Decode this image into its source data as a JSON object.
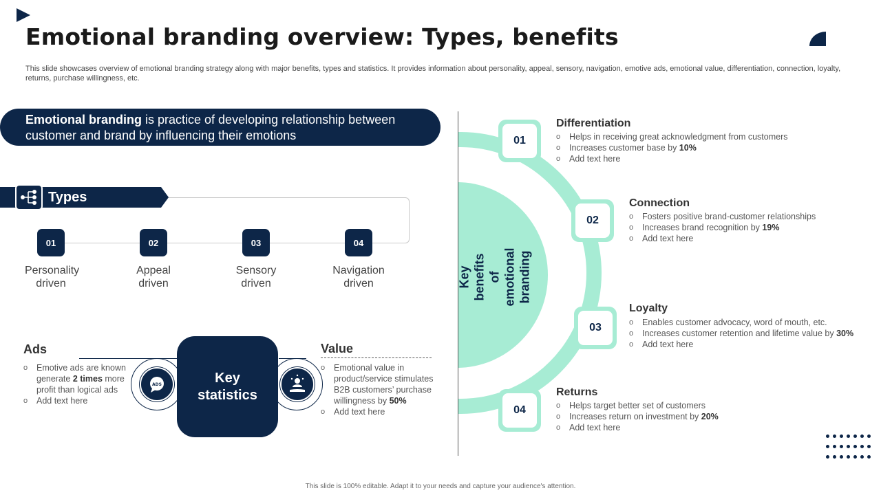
{
  "header": {
    "title": "Emotional branding overview: Types, benefits",
    "subtitle": "This slide showcases overview of emotional branding strategy along with major benefits, types and statistics. It provides information about personality, appeal, sensory, navigation, emotive ads, emotional value, differentiation, connection, loyalty, returns, purchase willingness, etc."
  },
  "definition": {
    "term": "Emotional branding",
    "text": " is practice of developing relationship between customer and brand by influencing their emotions"
  },
  "types": {
    "label": "Types",
    "items": [
      {
        "num": "01",
        "label": "Personality driven"
      },
      {
        "num": "02",
        "label": "Appeal driven"
      },
      {
        "num": "03",
        "label": "Sensory driven"
      },
      {
        "num": "04",
        "label": "Navigation driven"
      }
    ]
  },
  "key_statistics": {
    "center_label": "Key statistics",
    "ads": {
      "title": "Ads",
      "icon_text": "ADS",
      "bullets": [
        {
          "pre": "Emotive ads are known generate ",
          "bold": "2 times",
          "post": " more profit than logical ads"
        },
        {
          "pre": "Add text here",
          "bold": "",
          "post": ""
        }
      ]
    },
    "value": {
      "title": "Value",
      "bullets": [
        {
          "pre": "Emotional value in product/service stimulates B2B customers’ purchase willingness by ",
          "bold": "50%",
          "post": ""
        },
        {
          "pre": "Add text here",
          "bold": "",
          "post": ""
        }
      ]
    }
  },
  "benefits": {
    "vertical_title": "Key benefits of emotional branding",
    "items": [
      {
        "num": "01",
        "title": "Differentiation",
        "bullets": [
          {
            "pre": "Helps in receiving great acknowledgment from customers",
            "bold": "",
            "post": ""
          },
          {
            "pre": "Increases customer base by ",
            "bold": "10%",
            "post": ""
          },
          {
            "pre": "Add text here",
            "bold": "",
            "post": ""
          }
        ]
      },
      {
        "num": "02",
        "title": "Connection",
        "bullets": [
          {
            "pre": "Fosters positive brand-customer relationships",
            "bold": "",
            "post": ""
          },
          {
            "pre": "Increases brand recognition by ",
            "bold": "19%",
            "post": ""
          },
          {
            "pre": "Add text here",
            "bold": "",
            "post": ""
          }
        ]
      },
      {
        "num": "03",
        "title": "Loyalty",
        "bullets": [
          {
            "pre": "Enables customer advocacy, word of mouth, etc.",
            "bold": "",
            "post": ""
          },
          {
            "pre": "Increases customer retention and lifetime value by ",
            "bold": "30%",
            "post": ""
          },
          {
            "pre": "Add text here",
            "bold": "",
            "post": ""
          }
        ]
      },
      {
        "num": "04",
        "title": "Returns",
        "bullets": [
          {
            "pre": "Helps target better set of customers",
            "bold": "",
            "post": ""
          },
          {
            "pre": "Increases return on investment by ",
            "bold": "20%",
            "post": ""
          },
          {
            "pre": "Add text here",
            "bold": "",
            "post": ""
          }
        ]
      }
    ]
  },
  "footer": "This slide is 100% editable. Adapt it to your needs and capture your audience's attention.",
  "colors": {
    "navy": "#0d2648",
    "mint": "#a7ecd4"
  }
}
